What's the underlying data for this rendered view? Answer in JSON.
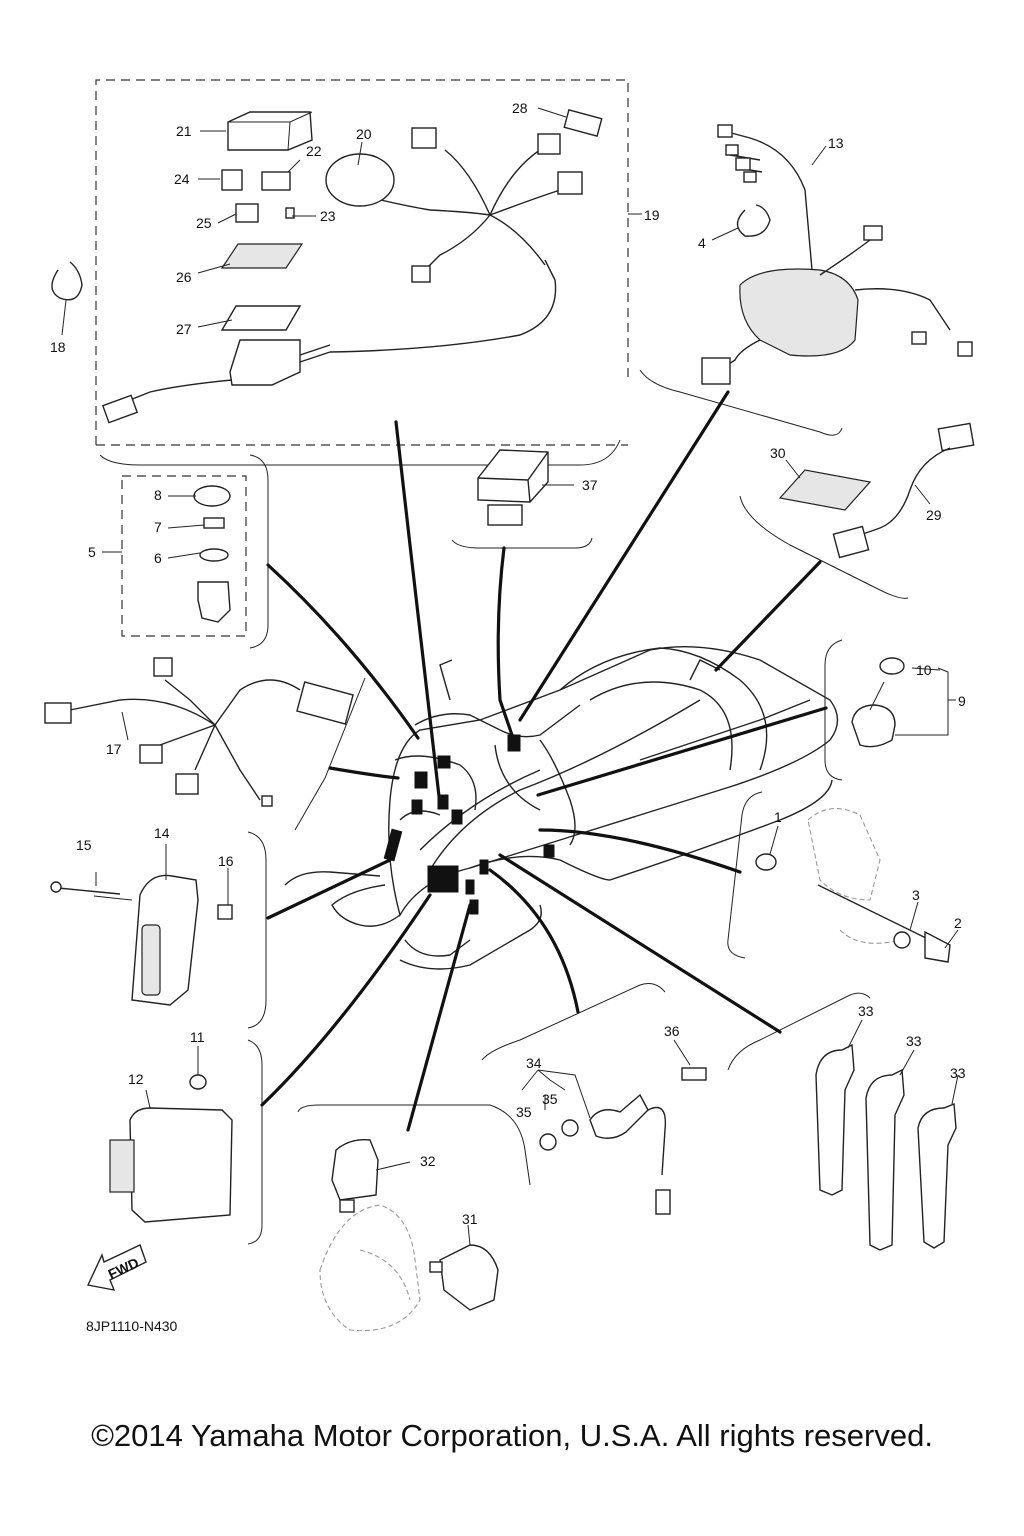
{
  "diagram": {
    "drawing_code": "8JP1110-N430",
    "copyright": "©2014 Yamaha Motor Corporation, U.S.A. All rights reserved.",
    "fwd_label": "FWD",
    "part_numbers": [
      "1",
      "2",
      "3",
      "4",
      "5",
      "6",
      "7",
      "8",
      "9",
      "10",
      "11",
      "12",
      "13",
      "14",
      "15",
      "16",
      "17",
      "18",
      "19",
      "20",
      "21",
      "22",
      "23",
      "24",
      "25",
      "26",
      "27",
      "28",
      "29",
      "30",
      "31",
      "32",
      "33",
      "34",
      "35",
      "36",
      "37"
    ]
  }
}
